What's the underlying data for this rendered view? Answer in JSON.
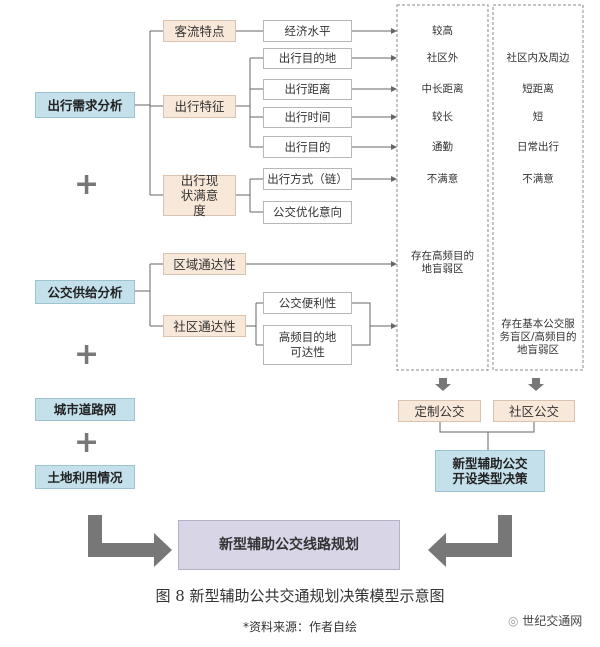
{
  "left": {
    "demand": "出行需求分析",
    "supply": "公交供给分析",
    "road": "城市道路网",
    "land": "土地利用情况"
  },
  "level2": {
    "flow": "客流特点",
    "travel": "出行特征",
    "satisfaction": "出行现状满意度",
    "regional": "区域通达性",
    "community": "社区通达性"
  },
  "level3": {
    "economy": "经济水平",
    "destination": "出行目的地",
    "distance": "出行距离",
    "time": "出行时间",
    "purpose": "出行目的",
    "mode": "出行方式（链）",
    "intent": "公交优化意向",
    "convenience": "公交便利性",
    "reach": "高频目的地可达性"
  },
  "col1": {
    "economy": "较高",
    "destination": "社区外",
    "distance": "中长距离",
    "time": "较长",
    "purpose": "通勤",
    "satisfaction": "不满意",
    "gap": "存在高频目的地盲弱区"
  },
  "col2": {
    "destination": "社区内及周边",
    "distance": "短距离",
    "time": "短",
    "purpose": "日常出行",
    "satisfaction": "不满意",
    "gap": "存在基本公交服务盲区/高频目的地盲弱区"
  },
  "outputs": {
    "custom": "定制公交",
    "community": "社区公交",
    "decision": "新型辅助公交开设类型决策",
    "plan": "新型辅助公交线路规划"
  },
  "caption": "图 8  新型辅助公共交通规划决策模型示意图",
  "source": "*资料来源：作者自绘",
  "watermark": "世纪交通网"
}
